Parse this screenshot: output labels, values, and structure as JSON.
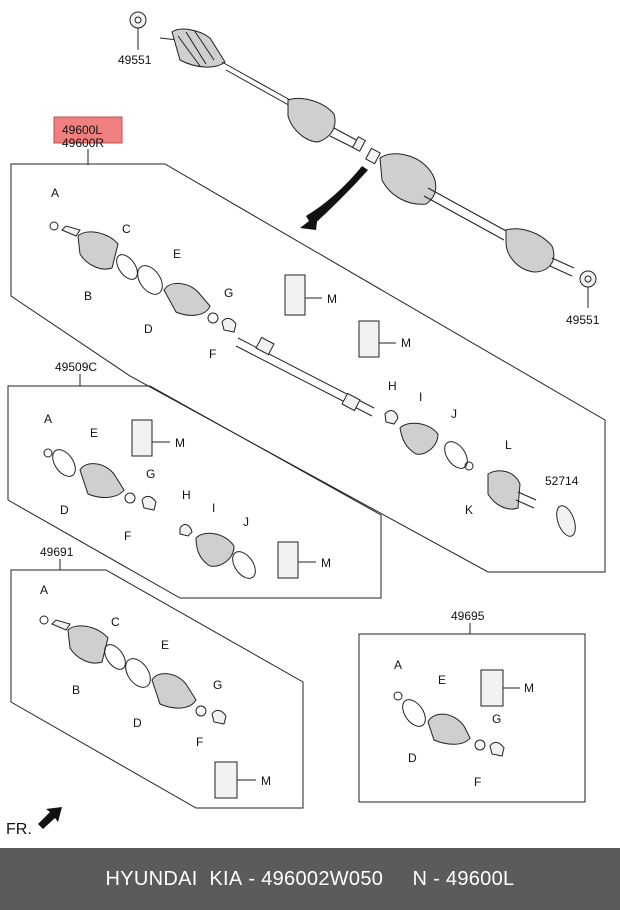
{
  "callouts": {
    "top_nut": "49551",
    "right_nut": "49551",
    "main_assy_l": "49600L",
    "main_assy_r": "49600R",
    "kit_49509c": "49509C",
    "kit_49691": "49691",
    "kit_49695": "49695",
    "ring_52714": "52714",
    "A": "A",
    "B": "B",
    "C": "C",
    "D": "D",
    "E": "E",
    "F": "F",
    "G": "G",
    "H": "H",
    "I": "I",
    "J": "J",
    "K": "K",
    "L": "L",
    "M": "M"
  },
  "front_marker": "FR.",
  "highlight_color": "#f08080",
  "footer": {
    "brand": "HYUNDAI  KIA",
    "part_number": "496002W050",
    "ref": "N - 49600L"
  }
}
